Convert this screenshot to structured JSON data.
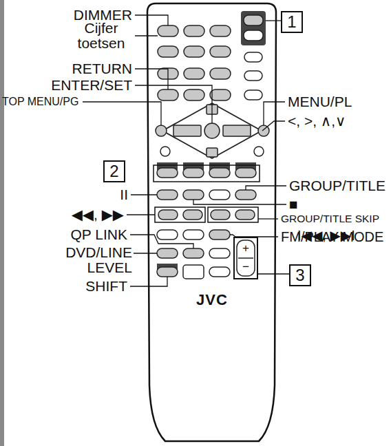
{
  "diagram": {
    "nodes": [
      {
        "text": [
          "1"
        ]
      },
      {
        "text": [
          "2"
        ]
      },
      {
        "text": [
          "3"
        ]
      }
    ],
    "labels": [
      "DIMMER",
      "Cijfer toetsen",
      "RETURN",
      "ENTER/SET",
      "TOP MENU/PG",
      "MENU/PL",
      "<, >, ∧,∨",
      "GROUP/TITLE",
      "II",
      "■",
      "◀◀, ▶▶",
      "GROUP/TITLE SKIP",
      "I◀◀, ▶▶I",
      "QP LINK",
      "FM/PLAY MODE",
      "DVD/LINE LEVEL",
      "SHIFT",
      "JVC",
      "+",
      "−"
    ]
  }
}
